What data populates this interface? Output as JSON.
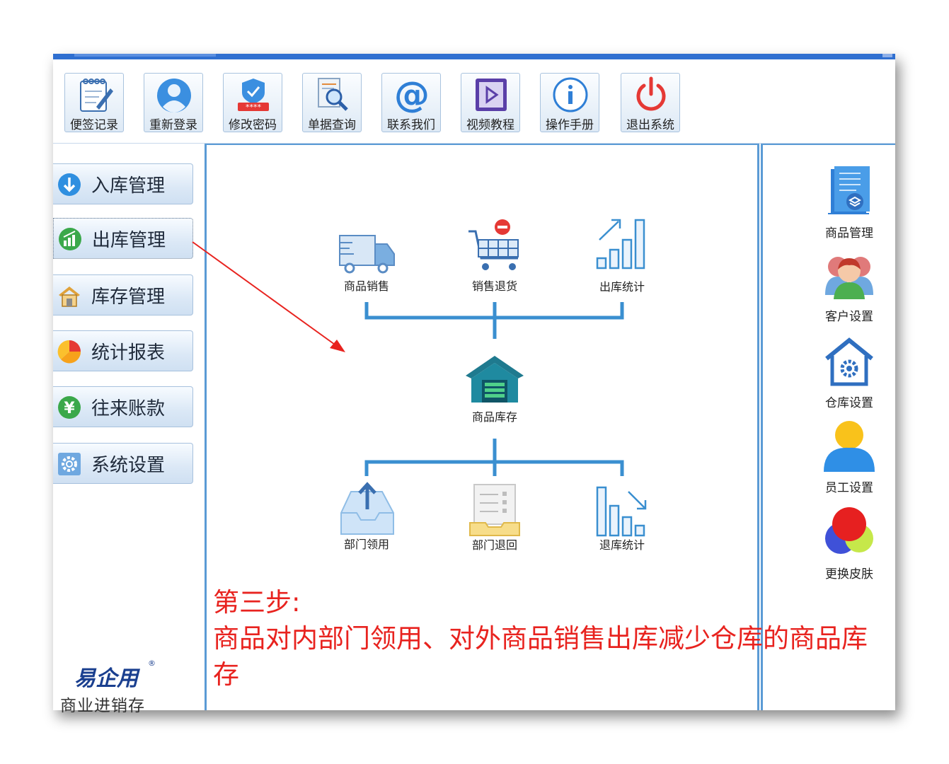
{
  "toolbar": {
    "buttons": [
      {
        "label": "便签记录",
        "icon": "notepad-icon"
      },
      {
        "label": "重新登录",
        "icon": "user-icon"
      },
      {
        "label": "修改密码",
        "icon": "password-shield-icon"
      },
      {
        "label": "单据查询",
        "icon": "document-search-icon"
      },
      {
        "label": "联系我们",
        "icon": "at-sign-icon"
      },
      {
        "label": "视频教程",
        "icon": "video-icon"
      },
      {
        "label": "操作手册",
        "icon": "info-icon"
      },
      {
        "label": "退出系统",
        "icon": "power-icon"
      }
    ]
  },
  "sidebar": {
    "items": [
      {
        "label": "入库管理",
        "icon": "arrow-down-circle-icon"
      },
      {
        "label": "出库管理",
        "icon": "chart-up-circle-icon",
        "active": true
      },
      {
        "label": "库存管理",
        "icon": "warehouse-icon"
      },
      {
        "label": "统计报表",
        "icon": "pie-chart-icon"
      },
      {
        "label": "往来账款",
        "icon": "yen-circle-icon"
      },
      {
        "label": "系统设置",
        "icon": "gear-icon"
      }
    ]
  },
  "brand": {
    "name": "易企用",
    "registered": "®",
    "subtitle": "商业进销存"
  },
  "flow": {
    "top": [
      {
        "label": "商品销售",
        "icon": "delivery-truck-icon"
      },
      {
        "label": "销售退货",
        "icon": "shopping-cart-minus-icon"
      },
      {
        "label": "出库统计",
        "icon": "bar-chart-up-icon"
      }
    ],
    "center": {
      "label": "商品库存",
      "icon": "warehouse-icon"
    },
    "bottom": [
      {
        "label": "部门领用",
        "icon": "inbox-upload-icon"
      },
      {
        "label": "部门退回",
        "icon": "document-tray-icon"
      },
      {
        "label": "退库统计",
        "icon": "bar-chart-down-icon"
      }
    ]
  },
  "right": {
    "items": [
      {
        "label": "商品管理",
        "icon": "product-list-icon"
      },
      {
        "label": "客户设置",
        "icon": "customers-icon"
      },
      {
        "label": "仓库设置",
        "icon": "warehouse-settings-icon"
      },
      {
        "label": "员工设置",
        "icon": "employee-icon"
      },
      {
        "label": "更换皮肤",
        "icon": "color-palette-icon"
      }
    ]
  },
  "annotation": {
    "line1": "第三步:",
    "line2": "商品对内部门领用、对外商品销售出库减少仓库的商品库",
    "line3": "存"
  },
  "colors": {
    "accent": "#5b9bd5",
    "titlebar": "#2f6fd0",
    "annotation": "#e8231f",
    "flow_line": "#3a8fd0"
  }
}
